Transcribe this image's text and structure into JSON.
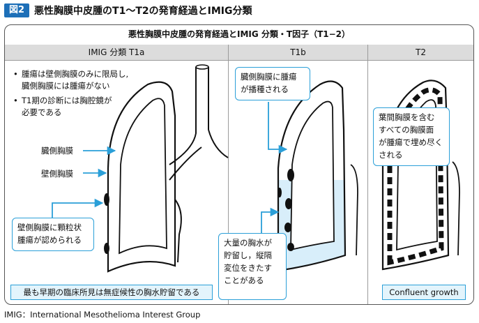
{
  "figure": {
    "badge": "図2",
    "title": "悪性胸膜中皮腫のT1～T2の発育経過とIMIG分類"
  },
  "panel": {
    "heading": "悪性胸膜中皮腫の発育経過とIMIG 分類・T因子（T1−2）",
    "columns": [
      "IMIG 分類 T1a",
      "T1b",
      "T2"
    ]
  },
  "t1a": {
    "bullets": [
      [
        "腫瘍は壁側胸膜のみに限局し,",
        "臓側胸膜には腫瘍がない"
      ],
      [
        "T1期の診断には胸腔鏡が",
        "必要である"
      ]
    ],
    "label_visceral": "臓側胸膜",
    "label_parietal": "壁側胸膜",
    "callout": [
      "壁側胸膜に顆粒状",
      "腫瘍が認められる"
    ],
    "bottom": "最も早期の臨床所見は無症候性の胸水貯留である"
  },
  "t1b": {
    "callout_top": [
      "臓側胸膜に腫瘍",
      "が播種される"
    ],
    "callout_bottom": [
      "大量の胸水が",
      "貯留し，縦隔",
      "変位をきたす",
      "ことがある"
    ]
  },
  "t2": {
    "callout": [
      "葉間胸膜を含む",
      "すべての胸膜面",
      "が腫瘍で埋め尽く",
      "される"
    ],
    "bottom": "Confluent growth"
  },
  "footnote": "IMIG：International Mesothelioma Interest Group",
  "colors": {
    "accent": "#2a9fd8",
    "badge": "#1d6fb8",
    "effusion": "#d8eefa",
    "header_gray": "#dcdcdc"
  }
}
